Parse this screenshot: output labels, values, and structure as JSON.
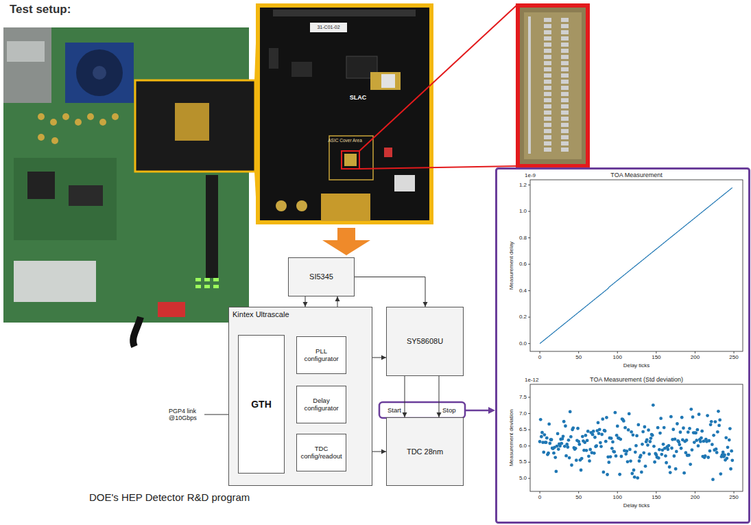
{
  "diagram": {
    "title": "Test setup:",
    "caption": "DOE's HEP Detector R&D program",
    "nodes": [
      {
        "text": [
          "SI5345"
        ]
      },
      {
        "text": [
          "Kintex Ultrascale"
        ]
      },
      {
        "text": [
          "GTH"
        ],
        "in": 1
      },
      {
        "text": [
          "PLL configurator"
        ],
        "in": 1
      },
      {
        "text": [
          "Delay configurator"
        ],
        "in": 1
      },
      {
        "text": [
          "TDC config/readout"
        ],
        "in": 1
      },
      {
        "text": [
          "SY58608U"
        ]
      },
      {
        "text": [
          "TDC 28nm"
        ]
      }
    ],
    "edges": [
      {
        "from": 0,
        "to": 1,
        "arrow": "to"
      },
      {
        "from": 3,
        "to": 0,
        "arrow": "to"
      },
      {
        "from": 0,
        "to": 6,
        "arrow": "to"
      },
      {
        "from": 2,
        "to": 3,
        "arrow": "to"
      },
      {
        "from": 2,
        "to": 4,
        "arrow": "to"
      },
      {
        "from": 2,
        "to": 5,
        "arrow": "to"
      },
      {
        "from": 4,
        "to": 6,
        "arrow": "to"
      },
      {
        "from": 5,
        "to": 7,
        "arrow": "both"
      },
      {
        "from": 6,
        "to": 7,
        "label": "Start",
        "arrow": "to"
      },
      {
        "from": 6,
        "to": 7,
        "label": "Stop",
        "arrow": "to"
      }
    ],
    "labels": [
      "31-C01-02",
      "SLAC",
      "ASIC Cover Area",
      "PGP4 link @10Gbps",
      "TOA Measurement",
      "1e-9",
      "0.0",
      "0.2",
      "0.4",
      "0.6",
      "0.8",
      "1.0",
      "1.2",
      "0",
      "50",
      "100",
      "150",
      "200",
      "250",
      "Measurement delay",
      "Delay ticks",
      "TOA Measurement (Std deviation)",
      "1e-12",
      "5.0",
      "5.5",
      "6.0",
      "6.5",
      "7.0",
      "7.5",
      "0",
      "50",
      "100",
      "150",
      "200",
      "250",
      "Measurement deviation",
      "Delay ticks"
    ]
  }
}
